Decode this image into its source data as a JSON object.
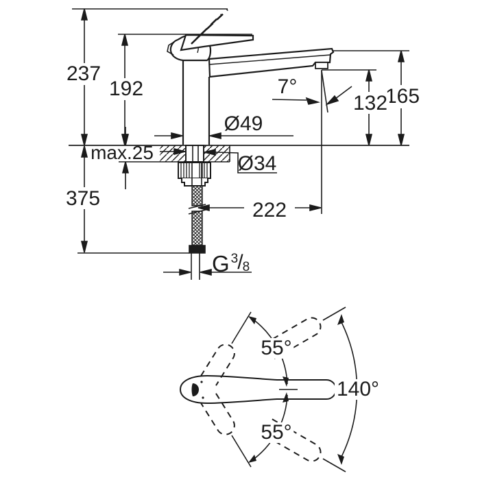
{
  "side_view": {
    "labels": {
      "total_height": "237",
      "lever_height": "192",
      "spout_top_height": "165",
      "outlet_height": "132",
      "outlet_angle": "7°",
      "base_diameter": "Ø49",
      "hole_diameter": "Ø34",
      "deck_thickness": "max.25",
      "below_deck_length": "375",
      "spout_reach": "222",
      "thread_letter": "G",
      "thread_numerator": "3",
      "thread_separator": "/",
      "thread_denominator": "8"
    }
  },
  "top_view": {
    "labels": {
      "swivel_upper": "55°",
      "swivel_lower": "55°",
      "swivel_total": "140°"
    }
  },
  "colors": {
    "ink": "#1b1b1b",
    "paper": "#ffffff"
  }
}
